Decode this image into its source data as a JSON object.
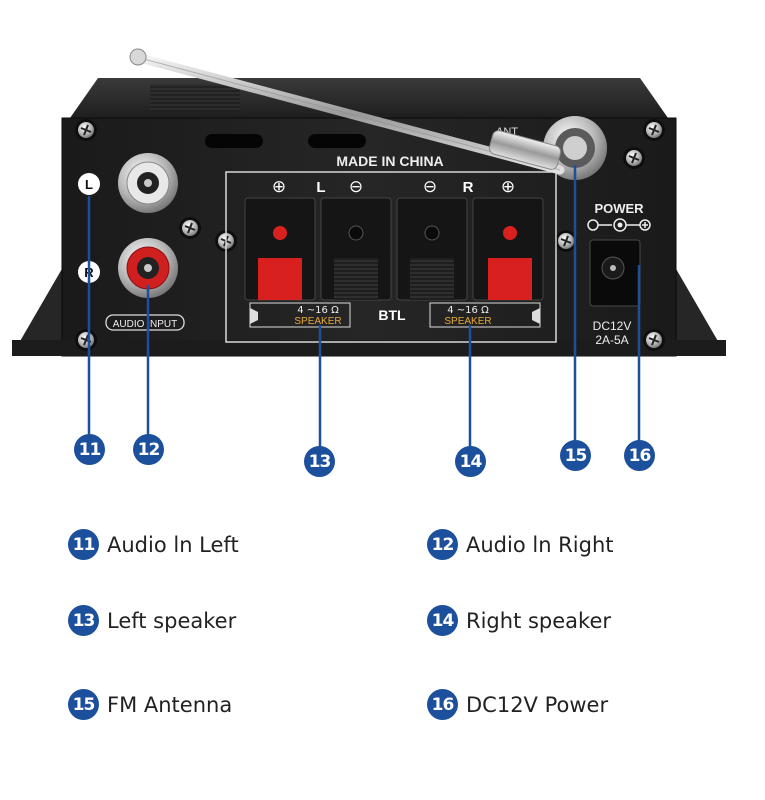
{
  "device": {
    "made_in": "MADE IN CHINA",
    "channel_left": "L",
    "channel_right": "R",
    "plus_symbol": "⊕",
    "minus_symbol": "⊖",
    "input_left_label": "L",
    "input_right_label": "R",
    "audio_input_label": "AUDIO INPUT",
    "impedance_left": "4 ~16 Ω",
    "impedance_right": "4 ~16 Ω",
    "speaker_left": "SPEAKER",
    "speaker_right": "SPEAKER",
    "btl_label": "BTL",
    "ant_label": "ANT",
    "power_label": "POWER",
    "power_voltage": "DC12V",
    "power_current": "2A-5A"
  },
  "callouts": [
    "11",
    "12",
    "13",
    "14",
    "15",
    "16"
  ],
  "legend": [
    {
      "num": "11",
      "label": "Audio ln Left"
    },
    {
      "num": "12",
      "label": "Audio ln Right"
    },
    {
      "num": "13",
      "label": "Left speaker"
    },
    {
      "num": "14",
      "label": "Right speaker"
    },
    {
      "num": "15",
      "label": "FM Antenna"
    },
    {
      "num": "16",
      "label": "DC12V Power"
    }
  ],
  "colors": {
    "callout": "#1c4f9c",
    "panel": "#1b1b1b",
    "terminal_red": "#d8201e"
  }
}
